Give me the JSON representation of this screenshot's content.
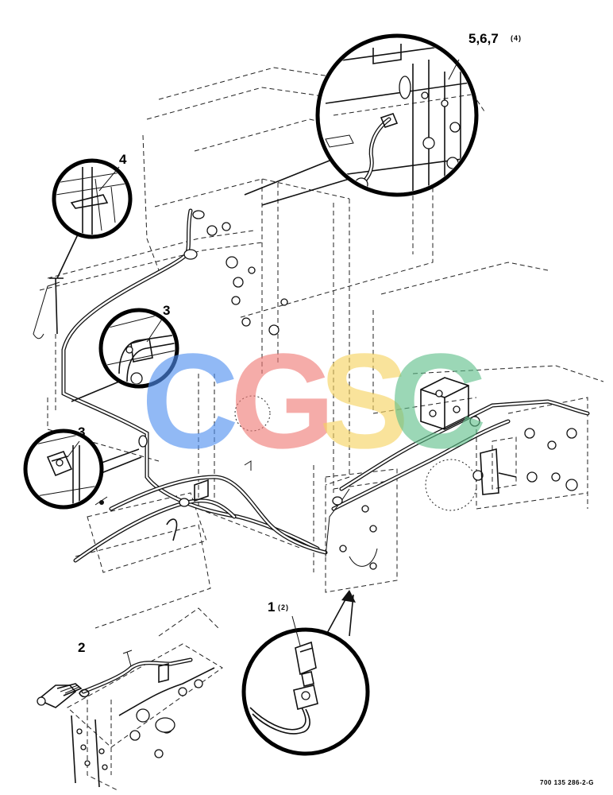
{
  "callouts": {
    "c1": "1",
    "c1_qty": "(2)",
    "c2": "2",
    "c3a": "3",
    "c3b": "3",
    "c4": "4",
    "c567": "5,6,7",
    "c567_qty": "(4)"
  },
  "figure_id": "700 135 286-2-G",
  "watermark": {
    "letters": [
      "C",
      "G",
      "S",
      "C"
    ],
    "colors": [
      "#4f8ff0",
      "#f07a76",
      "#f6d35e",
      "#5fbf8a"
    ]
  }
}
